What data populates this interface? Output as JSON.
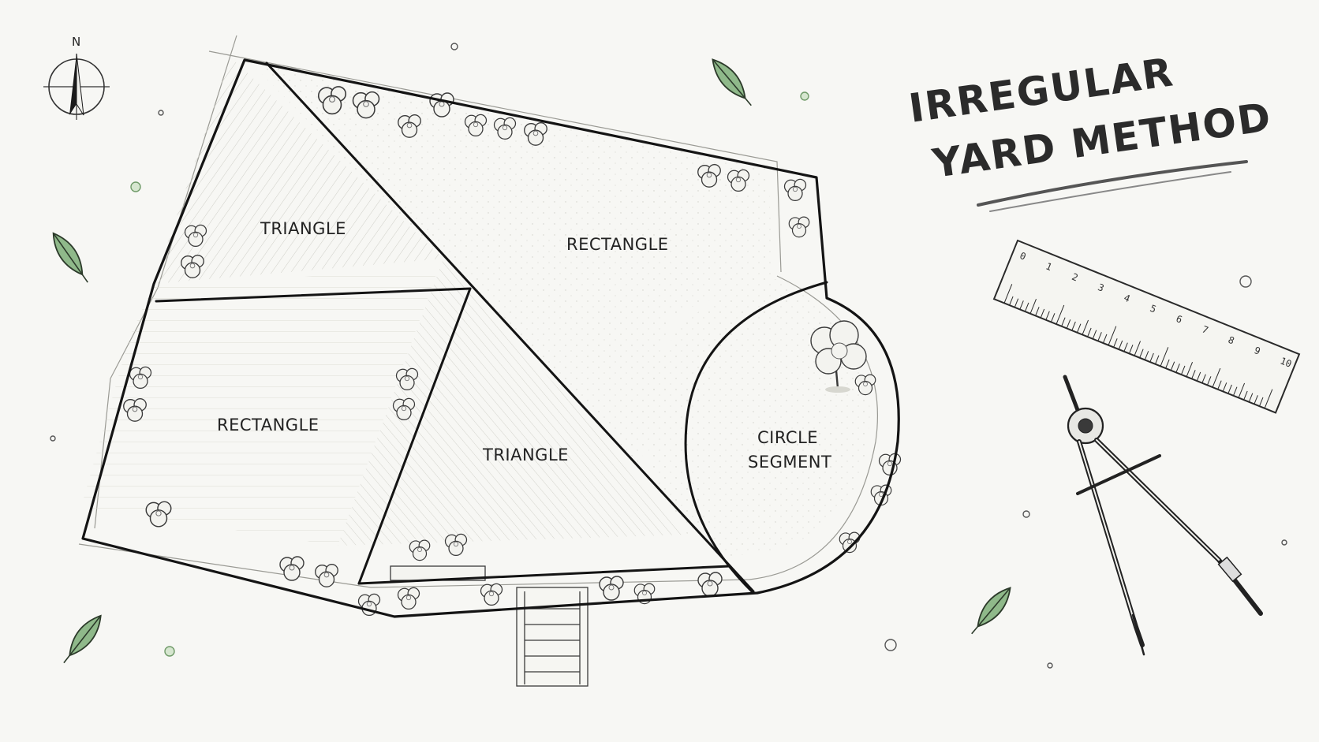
{
  "title": {
    "line1": "IRREGULAR",
    "line2": "YARD METHOD"
  },
  "compass": {
    "label": "N",
    "icon": "compass-rose-icon"
  },
  "regions": [
    {
      "id": "triangle-top-left",
      "label": "TRIANGLE"
    },
    {
      "id": "rectangle-top",
      "label": "RECTANGLE"
    },
    {
      "id": "rectangle-left",
      "label": "RECTANGLE"
    },
    {
      "id": "triangle-center",
      "label": "TRIANGLE"
    },
    {
      "id": "circle-segment",
      "label_line1": "CIRCLE",
      "label_line2": "SEGMENT"
    }
  ],
  "ruler": {
    "ticks": [
      "0",
      "1",
      "2",
      "3",
      "4",
      "5",
      "6",
      "7",
      "8",
      "9",
      "10"
    ],
    "icon": "ruler-icon"
  },
  "tools": {
    "divider": "drafting-compass-icon",
    "leaf": "leaf-icon"
  },
  "colors": {
    "ink": "#1a1a1a",
    "paper": "#f7f7f4",
    "leaf_fill": "#8fb98a",
    "leaf_stroke": "#2c3a2a",
    "dot_green": "#b9d3b0"
  }
}
